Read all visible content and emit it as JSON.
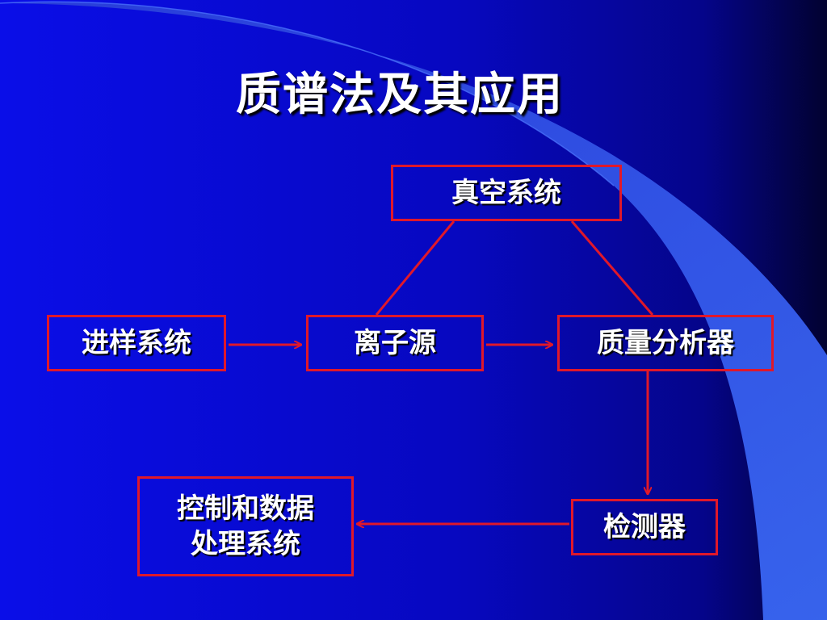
{
  "slide": {
    "title": "质谱法及其应用"
  },
  "colors": {
    "background_left": "#0a0ee8",
    "background_right": "#05055a",
    "swoosh": "#2e5cf0",
    "box_border": "#e0182a",
    "connector": "#e0182a",
    "text": "#ffffff"
  },
  "diagram": {
    "vacuum_system": "真空系统",
    "sample_system": "进样系统",
    "ion_source": "离子源",
    "mass_analyzer": "质量分析器",
    "detector": "检测器",
    "control_system": {
      "line1": "控制和数据",
      "line2": "处理系统"
    }
  }
}
